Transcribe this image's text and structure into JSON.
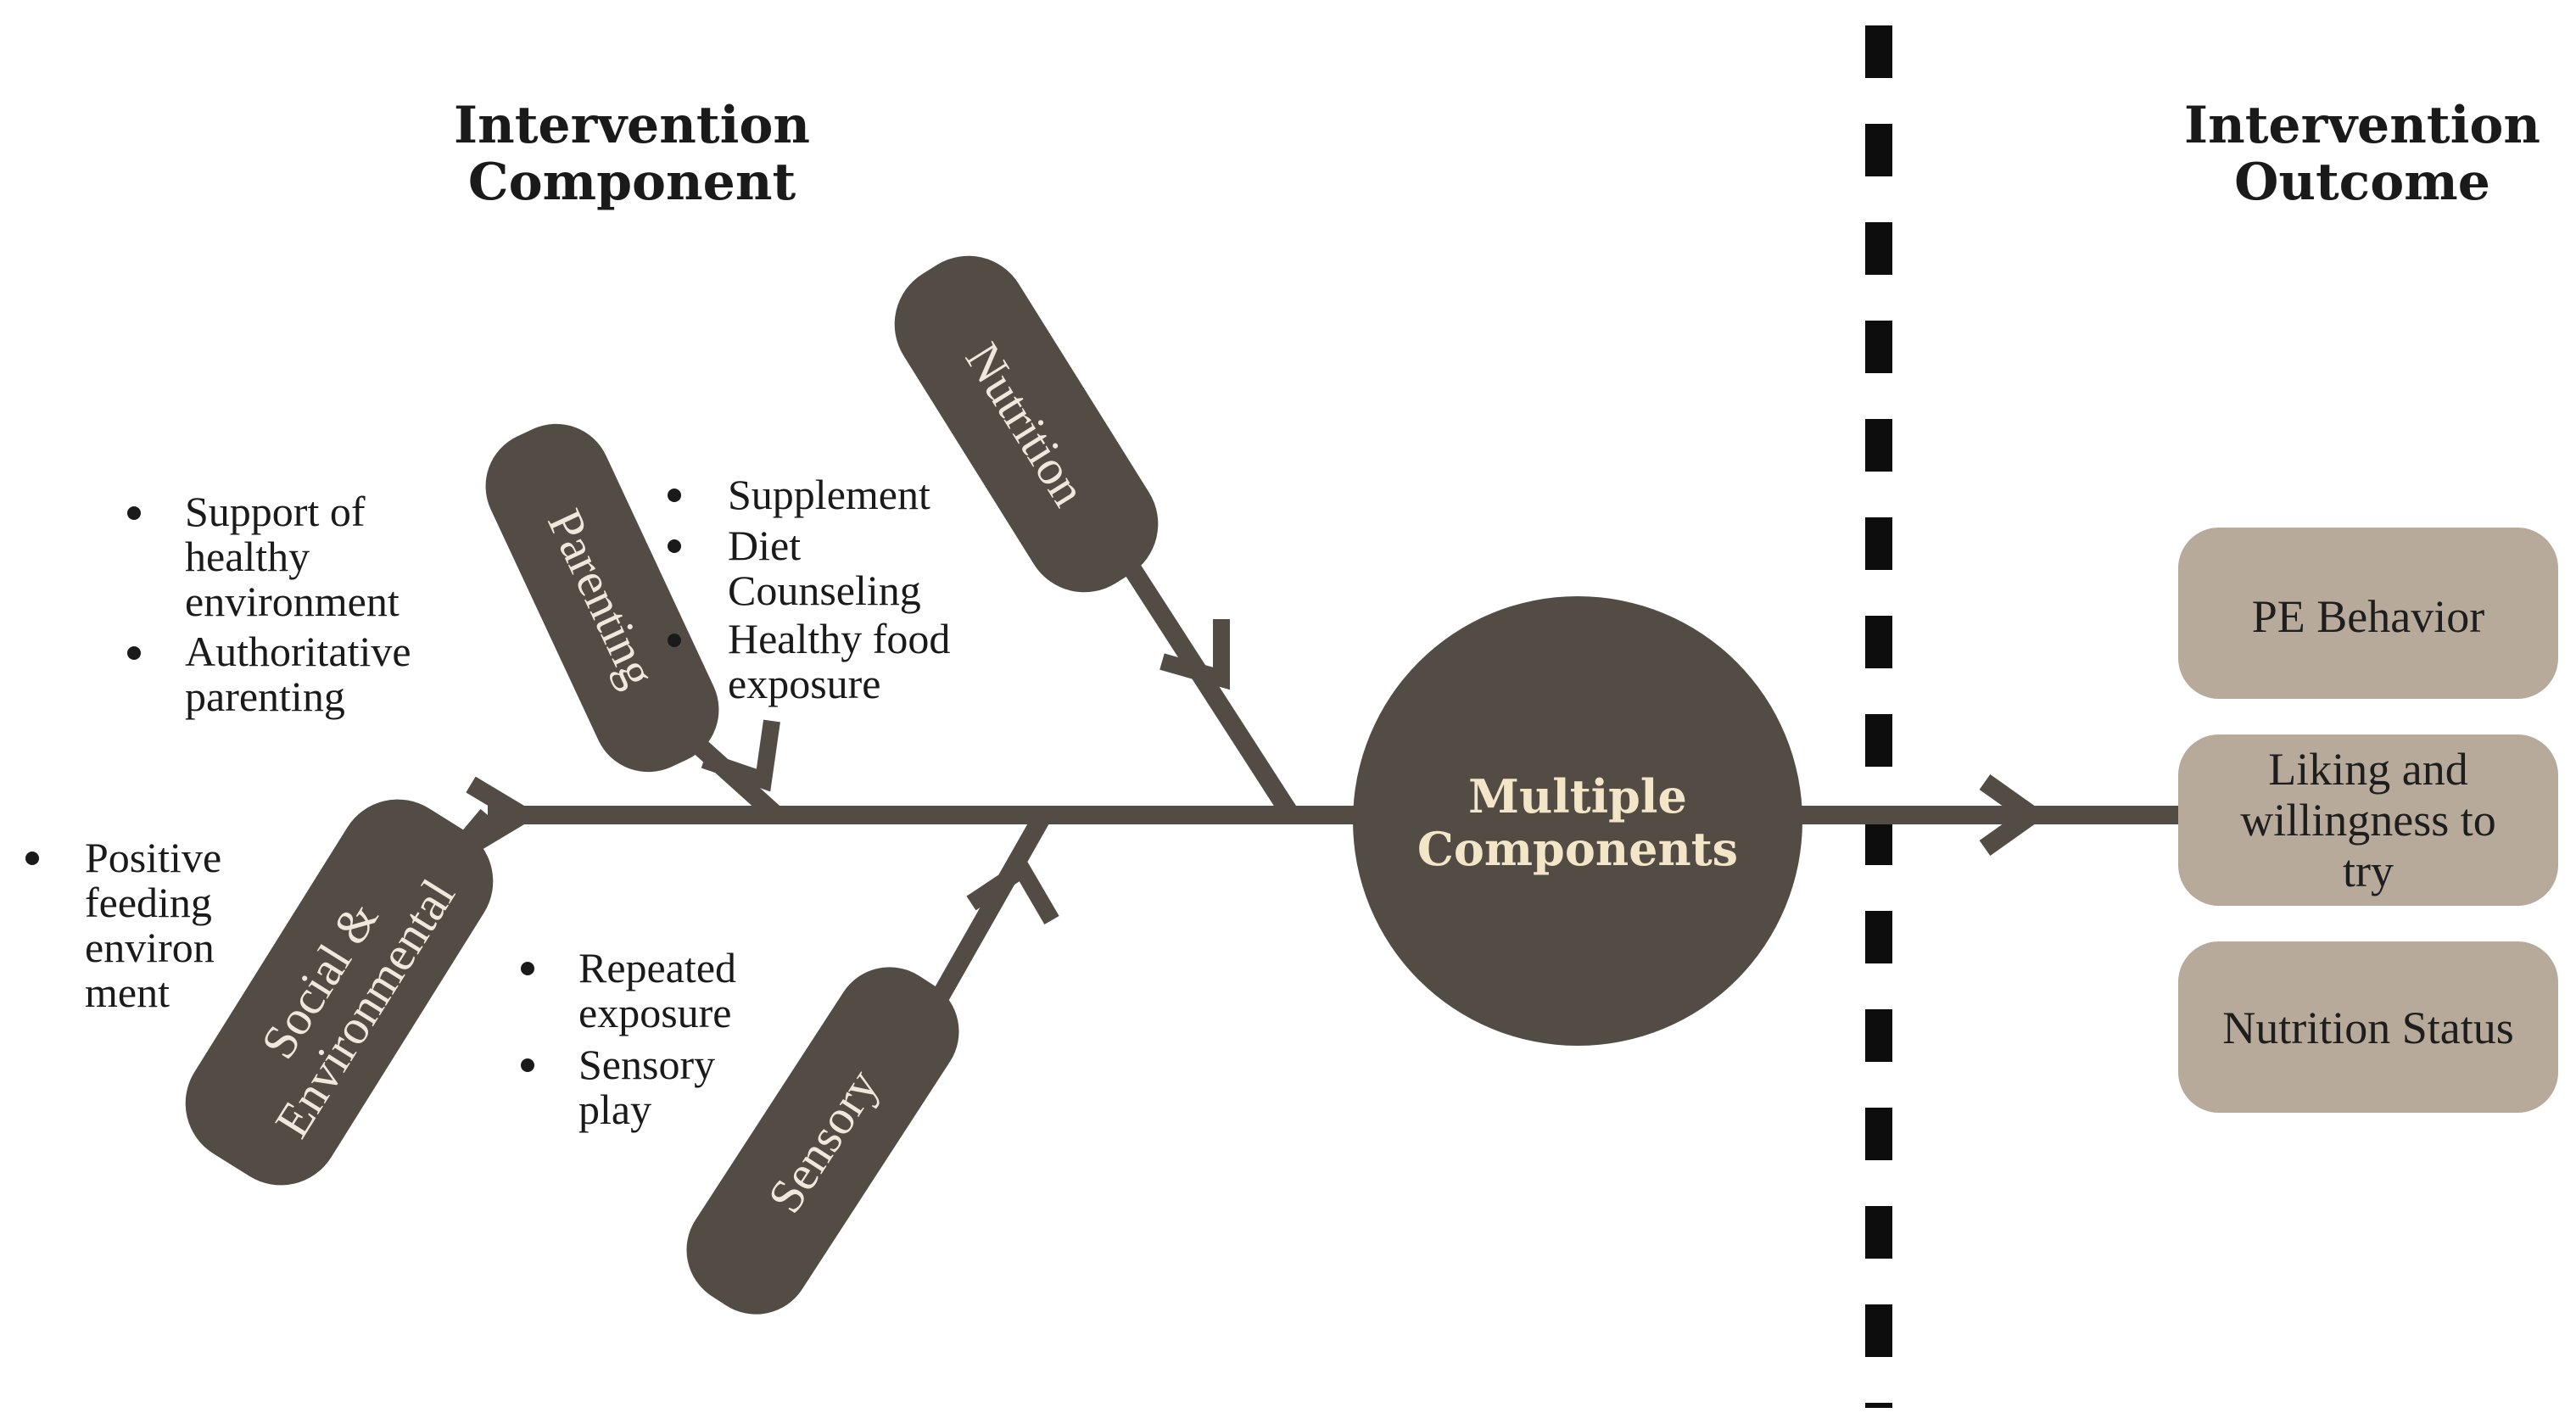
{
  "headings": {
    "component": [
      "Intervention",
      "Component"
    ],
    "outcome": [
      "Intervention",
      "Outcome"
    ]
  },
  "hub": [
    "Multiple",
    "Components"
  ],
  "bones": {
    "nutrition": "Nutrition",
    "parenting": "Parenting",
    "social": [
      "Social &",
      "Environmental"
    ],
    "sensory": "Sensory"
  },
  "bullets": {
    "parenting": [
      [
        "Support of",
        "healthy",
        "environment"
      ],
      [
        "Authoritative",
        "parenting"
      ]
    ],
    "nutrition": [
      [
        "Supplement"
      ],
      [
        "Diet",
        "Counseling"
      ],
      [
        "Healthy food",
        "exposure"
      ]
    ],
    "social": [
      [
        "Positive",
        "feeding",
        "environ",
        "ment"
      ]
    ],
    "sensory": [
      [
        "Repeated",
        "exposure"
      ],
      [
        "Sensory",
        "play"
      ]
    ]
  },
  "outcomes": [
    [
      "PE Behavior"
    ],
    [
      "Liking and",
      "willingness to",
      "try"
    ],
    [
      "Nutrition Status"
    ]
  ],
  "colors": {
    "bone": "#534c45",
    "outcome_box": "#b7aa9b",
    "hub_text": "#f3e6c8"
  }
}
